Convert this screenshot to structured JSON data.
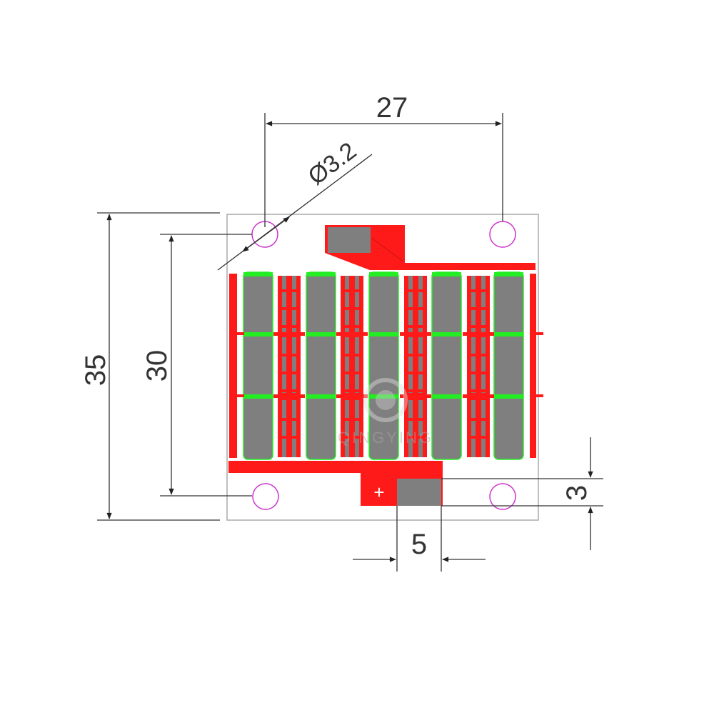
{
  "diagram": {
    "dimensions": {
      "width_top": "27",
      "hole_diameter": "Ø3.2",
      "height_outer": "35",
      "height_inner": "30",
      "pad_height": "3",
      "pad_width": "5"
    },
    "watermark": "QINGYING",
    "colors": {
      "copper_red": "#ff1a1a",
      "pad_gray": "#7f7f7f",
      "green_strip": "#22ee22",
      "hole_magenta": "#cc33cc",
      "dimension_line": "#333333"
    },
    "icons": {
      "polarity_mark": "plus-icon"
    }
  }
}
